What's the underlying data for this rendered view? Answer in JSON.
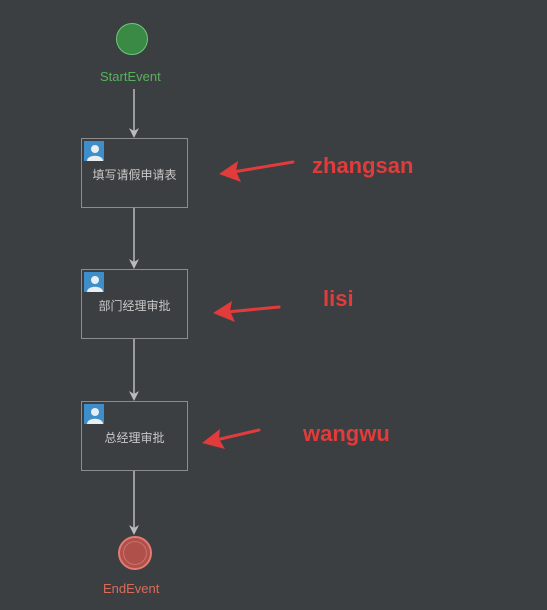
{
  "diagram": {
    "start_event": {
      "label": "StartEvent"
    },
    "end_event": {
      "label": "EndEvent"
    },
    "tasks": [
      {
        "label": "填写请假申请表",
        "assignee": "zhangsan"
      },
      {
        "label": "部门经理审批",
        "assignee": "lisi"
      },
      {
        "label": "总经理审批",
        "assignee": "wangwu"
      }
    ],
    "colors": {
      "background": "#3c3f41",
      "start_fill": "#3a8a45",
      "start_text": "#58b25c",
      "end_fill": "#b0504a",
      "end_text": "#d76b5c",
      "connector": "#b9bbbd",
      "annotation": "#e23b3b",
      "task_icon": "#3d8ec9"
    },
    "icons": {
      "task": "user-task-icon"
    }
  }
}
